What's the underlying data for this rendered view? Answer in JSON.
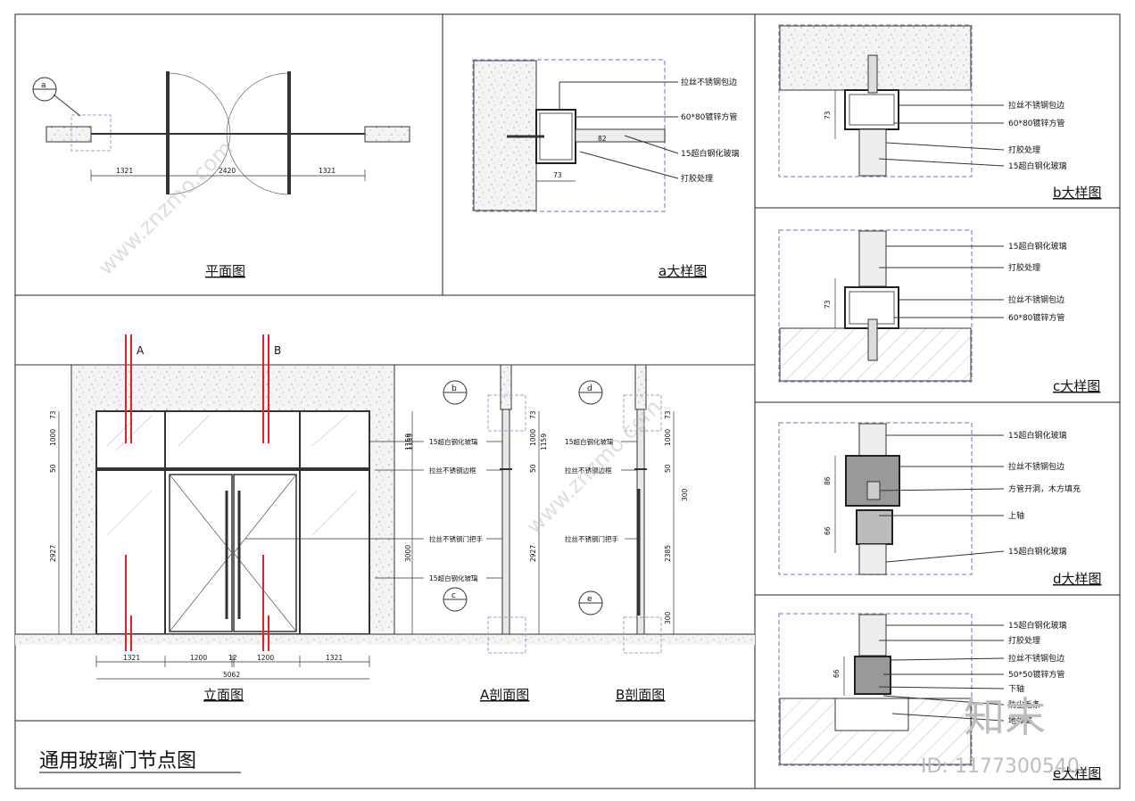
{
  "sheet_title": "通用玻璃门节点图",
  "views": {
    "plan": {
      "title": "平面图",
      "callout": "a",
      "dims": [
        "1321",
        "2420",
        "1321"
      ]
    },
    "a": {
      "title": "a大样图",
      "labels": [
        "拉丝不锈钢包边",
        "60*80镀锌方管",
        "15超白钢化玻璃",
        "打胶处理"
      ],
      "dims": [
        "73",
        "82"
      ]
    },
    "b": {
      "title": "b大样图",
      "labels": [
        "拉丝不锈钢包边",
        "60*80镀锌方管",
        "打胶处理",
        "15超白钢化玻璃"
      ],
      "dims": [
        "73"
      ]
    },
    "c": {
      "title": "c大样图",
      "labels": [
        "15超白钢化玻璃",
        "打胶处理",
        "拉丝不锈钢包边",
        "60*80镀锌方管"
      ],
      "dims": [
        "73"
      ]
    },
    "d": {
      "title": "d大样图",
      "labels": [
        "15超白钢化玻璃",
        "拉丝不锈钢包边",
        "方管开洞，木方填充",
        "上轴",
        "15超白钢化玻璃"
      ],
      "dims": [
        "86",
        "66"
      ]
    },
    "e": {
      "title": "e大样图",
      "labels": [
        "15超白钢化玻璃",
        "打胶处理",
        "拉丝不锈钢包边",
        "50*50镀锌方管",
        "下轴",
        "防尘毛条",
        "地弹簧"
      ],
      "dims": [
        "66"
      ]
    },
    "elevation": {
      "title": "立面图",
      "cut_a": "A",
      "cut_b": "B",
      "dims_bottom": [
        "1321",
        "1200",
        "12",
        "1200",
        "1321"
      ],
      "total": "5062",
      "dims_left": [
        "73",
        "1000",
        "50",
        "2927"
      ],
      "dims_right": [
        "1159",
        "3000"
      ]
    },
    "section_a": {
      "title": "A剖面图",
      "callouts": [
        "b",
        "c"
      ],
      "labels": [
        "15超白钢化玻璃",
        "拉丝不锈钢边框",
        "拉丝不锈钢门把手",
        "15超白钢化玻璃"
      ],
      "dims_left": [
        "73",
        "1000",
        "50",
        "2927"
      ],
      "dims_right": [
        "1159"
      ]
    },
    "section_b": {
      "title": "B剖面图",
      "callouts": [
        "d",
        "e"
      ],
      "labels": [
        "15超白钢化玻璃",
        "拉丝不锈钢边框",
        "拉丝不锈钢门把手"
      ],
      "dims_left": [
        "73",
        "1000",
        "50",
        "2385",
        "300"
      ],
      "dims_right": [
        "1159",
        "300"
      ]
    }
  },
  "watermark": {
    "brand": "知末",
    "id": "ID: 1177300540",
    "url": "www.znzmo.com"
  }
}
